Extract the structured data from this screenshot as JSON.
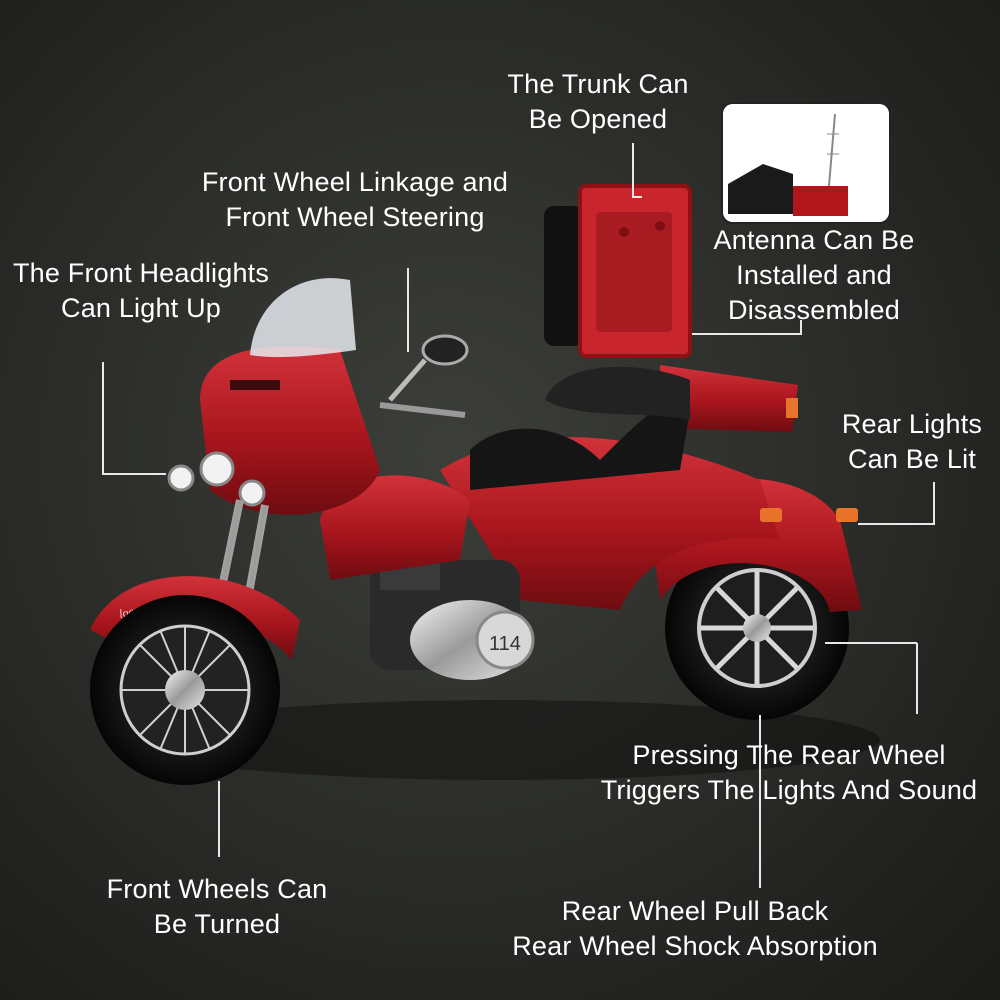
{
  "annotations": {
    "trunk": [
      "The Trunk Can",
      "Be Opened"
    ],
    "front_linkage": [
      "Front Wheel Linkage and",
      "Front Wheel Steering"
    ],
    "antenna": [
      "Antenna Can Be",
      "Installed and",
      "Disassembled"
    ],
    "headlights": [
      "The Front Headlights",
      "Can Light Up"
    ],
    "rear_lights": [
      "Rear Lights",
      "Can Be Lit"
    ],
    "rear_wheel_press": [
      "Pressing The Rear Wheel",
      "Triggers The Lights And Sound"
    ],
    "front_wheels": [
      "Front Wheels Can",
      "Be Turned"
    ],
    "rear_shock": [
      "Rear Wheel Pull Back",
      "Rear Wheel Shock Absorption"
    ]
  },
  "badges": {
    "tank_text": "locomotive",
    "engine_text": "114"
  },
  "colors": {
    "background_dark": "#1b1c1a",
    "background_light": "#3c3e39",
    "body_red": "#a8151c",
    "trunk_interior": "#c8262c",
    "label_text": "#ffffff",
    "leader_line": "#e8e8e8"
  }
}
